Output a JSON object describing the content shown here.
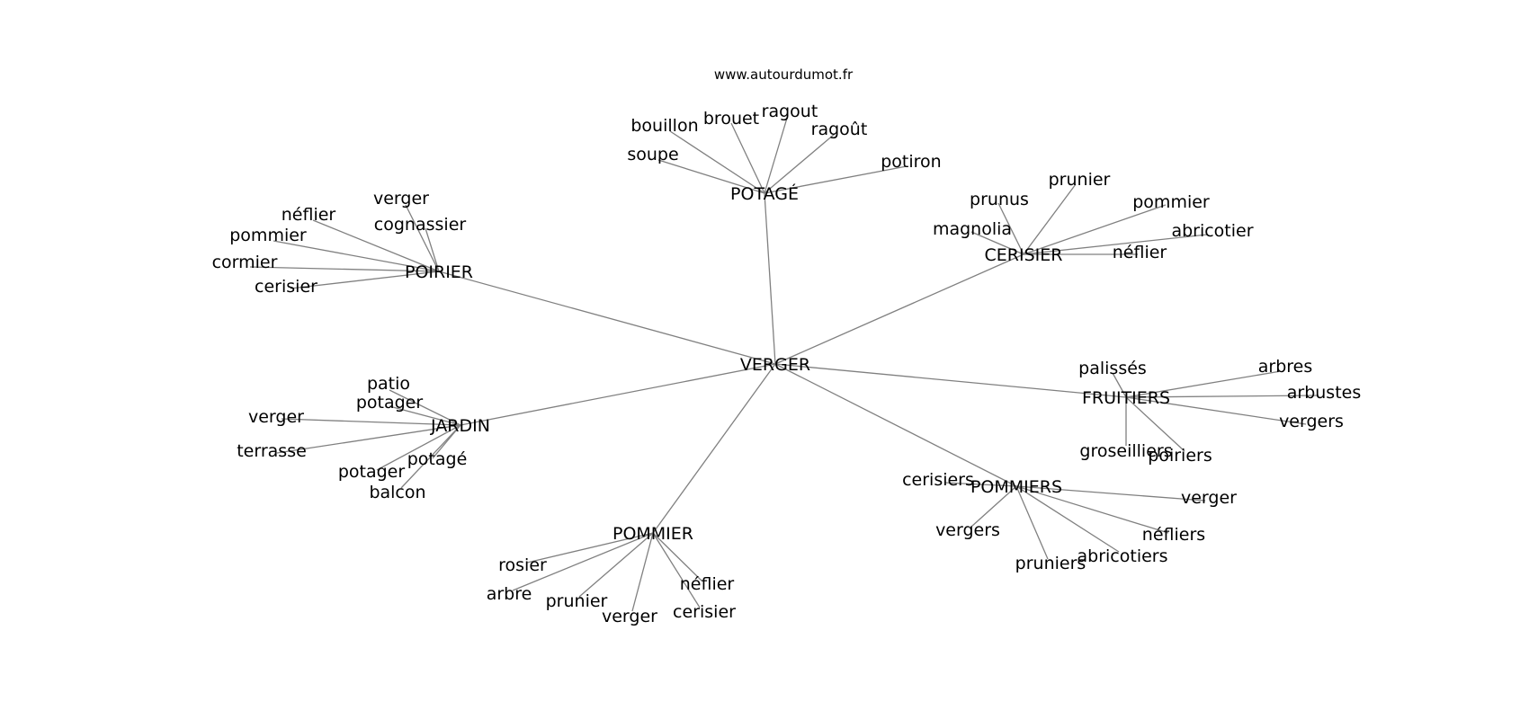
{
  "watermark": "www.autourdumot.fr",
  "colors": {
    "edge": "#808080",
    "text": "#000000",
    "background": "#ffffff"
  },
  "graph": {
    "center": "VERGER",
    "hubs": [
      {
        "label": "POTAGÉ",
        "leaves": [
          "bouillon",
          "brouet",
          "ragout",
          "ragoût",
          "soupe",
          "potiron"
        ]
      },
      {
        "label": "CERISIER",
        "leaves": [
          "prunier",
          "prunus",
          "pommier",
          "magnolia",
          "abricotier",
          "néflier"
        ]
      },
      {
        "label": "POIRIER",
        "leaves": [
          "verger",
          "néflier",
          "cognassier",
          "pommier",
          "cormier",
          "cerisier"
        ]
      },
      {
        "label": "FRUITIERS",
        "leaves": [
          "palissés",
          "arbres",
          "arbustes",
          "vergers",
          "groseilliers",
          "poiriers"
        ]
      },
      {
        "label": "JARDIN",
        "leaves": [
          "patio",
          "potager",
          "verger",
          "terrasse",
          "potagé",
          "potager",
          "balcon"
        ]
      },
      {
        "label": "POMMIERS",
        "leaves": [
          "cerisiers",
          "verger",
          "vergers",
          "néfliers",
          "abricotiers",
          "pruniers"
        ]
      },
      {
        "label": "POMMIER",
        "leaves": [
          "rosier",
          "arbre",
          "prunier",
          "verger",
          "néflier",
          "cerisier"
        ]
      }
    ]
  }
}
